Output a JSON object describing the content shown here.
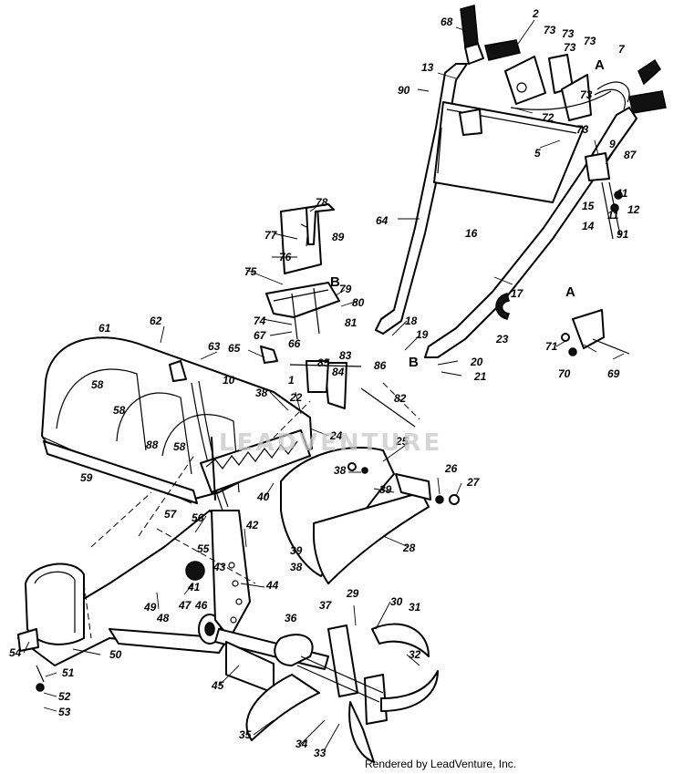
{
  "diagram": {
    "watermark": "LEADVENTURE",
    "credit": "Rendered by LeadVenture, Inc.",
    "section_markers": [
      "A",
      "A",
      "B",
      "B"
    ],
    "callouts": [
      "68",
      "2",
      "73",
      "73",
      "73",
      "73",
      "7",
      "13",
      "90",
      "72",
      "73",
      "73",
      "5",
      "9",
      "87",
      "16",
      "15",
      "11",
      "12",
      "14",
      "11",
      "91",
      "78",
      "77",
      "89",
      "76",
      "64",
      "17",
      "75",
      "79",
      "80",
      "74",
      "81",
      "67",
      "66",
      "85",
      "83",
      "84",
      "18",
      "19",
      "23",
      "71",
      "70",
      "69",
      "20",
      "21",
      "62",
      "61",
      "63",
      "65",
      "10",
      "86",
      "82",
      "1",
      "38",
      "22",
      "58",
      "58",
      "24",
      "88",
      "58",
      "25",
      "59",
      "38",
      "40",
      "26",
      "27",
      "39",
      "57",
      "56",
      "42",
      "39",
      "38",
      "28",
      "55",
      "43",
      "41",
      "44",
      "47",
      "46",
      "49",
      "48",
      "29",
      "37",
      "30",
      "31",
      "36",
      "54",
      "50",
      "32",
      "51",
      "45",
      "52",
      "53",
      "35",
      "34",
      "33"
    ]
  }
}
